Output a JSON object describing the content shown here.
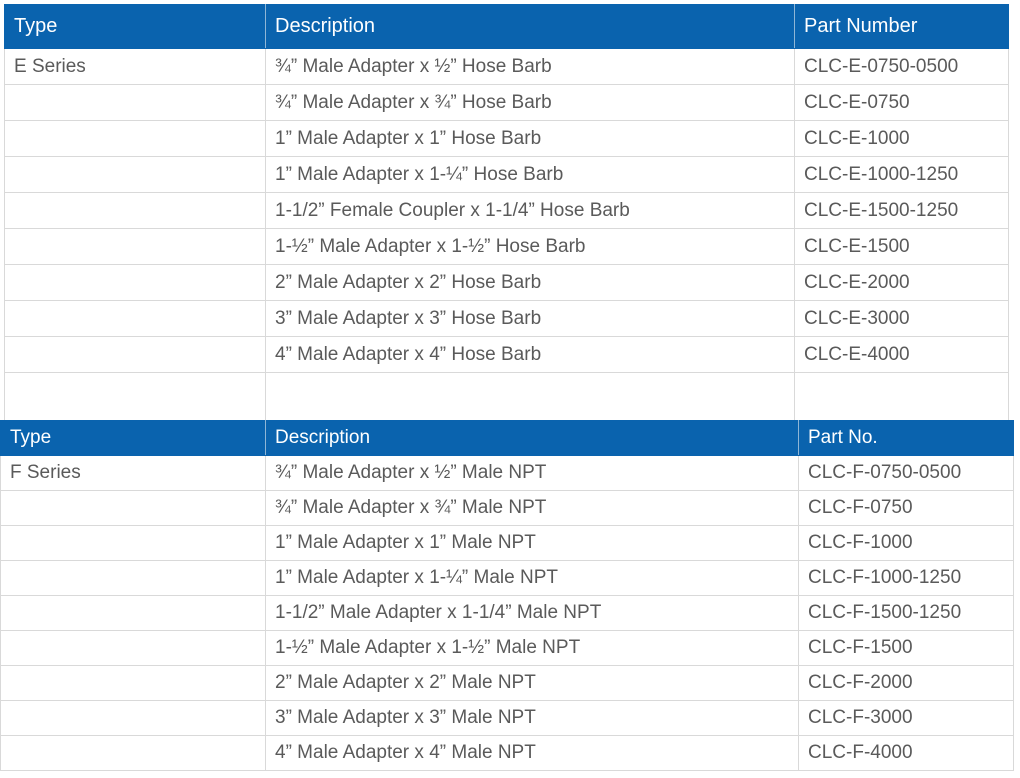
{
  "tables": [
    {
      "id": "e-series",
      "headers": {
        "type": "Type",
        "description": "Description",
        "part": "Part Number"
      },
      "series_label": "E Series",
      "rows": [
        {
          "type": "E Series",
          "description": "¾” Male Adapter x ½” Hose Barb",
          "part": "CLC-E-0750-0500"
        },
        {
          "type": "",
          "description": "¾” Male Adapter x ¾” Hose Barb",
          "part": "CLC-E-0750"
        },
        {
          "type": "",
          "description": "1” Male Adapter x 1” Hose Barb",
          "part": "CLC-E-1000"
        },
        {
          "type": "",
          "description": "1” Male Adapter x 1-¼” Hose Barb",
          "part": "CLC-E-1000-1250"
        },
        {
          "type": "",
          "description": "1-1/2” Female Coupler x 1-1/4” Hose Barb",
          "part": "CLC-E-1500-1250"
        },
        {
          "type": "",
          "description": "1-½” Male Adapter x 1-½” Hose Barb",
          "part": "CLC-E-1500"
        },
        {
          "type": "",
          "description": "2” Male Adapter x 2” Hose Barb",
          "part": "CLC-E-2000"
        },
        {
          "type": "",
          "description": "3” Male Adapter x 3” Hose Barb",
          "part": "CLC-E-3000"
        },
        {
          "type": "",
          "description": "4” Male Adapter x 4” Hose Barb",
          "part": "CLC-E-4000"
        },
        {
          "type": "",
          "description": "",
          "part": ""
        }
      ]
    },
    {
      "id": "f-series",
      "headers": {
        "type": "Type",
        "description": "Description",
        "part": "Part No."
      },
      "series_label": "F Series",
      "rows": [
        {
          "type": "F Series",
          "description": "¾” Male Adapter x ½” Male NPT",
          "part": "CLC-F-0750-0500"
        },
        {
          "type": "",
          "description": "¾” Male Adapter x ¾” Male NPT",
          "part": "CLC-F-0750"
        },
        {
          "type": "",
          "description": "1” Male Adapter x 1” Male NPT",
          "part": "CLC-F-1000"
        },
        {
          "type": "",
          "description": "1” Male Adapter x 1-¼” Male NPT",
          "part": "CLC-F-1000-1250"
        },
        {
          "type": "",
          "description": "1-1/2” Male Adapter x 1-1/4” Male NPT",
          "part": "CLC-F-1500-1250"
        },
        {
          "type": "",
          "description": "1-½” Male Adapter x 1-½” Male NPT",
          "part": "CLC-F-1500"
        },
        {
          "type": "",
          "description": "2” Male Adapter x 2” Male NPT",
          "part": "CLC-F-2000"
        },
        {
          "type": "",
          "description": "3” Male Adapter x 3” Male NPT",
          "part": "CLC-F-3000"
        },
        {
          "type": "",
          "description": "4” Male Adapter x 4” Male NPT",
          "part": "CLC-F-4000"
        }
      ]
    }
  ],
  "colors": {
    "header_background": "#0A63AE",
    "header_text": "#FFFFFF",
    "body_text": "#5A5A5A",
    "grid_line": "#D9D9D9",
    "page_background": "#FFFFFF"
  }
}
